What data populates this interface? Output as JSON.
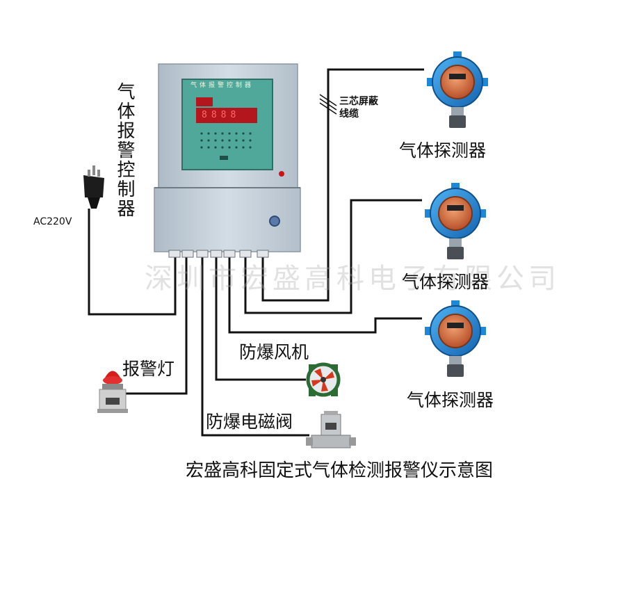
{
  "controller": {
    "label": "气体报警控制器",
    "panel_title": "气体报警控制器",
    "display_digits": "8888"
  },
  "power": {
    "label": "AC220V"
  },
  "cable": {
    "label_line1": "三芯屏蔽",
    "label_line2": "线缆"
  },
  "detectors": [
    {
      "label": "气体探测器"
    },
    {
      "label": "气体探测器"
    },
    {
      "label": "气体探测器"
    }
  ],
  "devices": {
    "alarm_light": "报警灯",
    "fan": "防爆风机",
    "valve": "防爆电磁阀"
  },
  "watermark": "深圳市宏盛高科电子有限公司",
  "caption": "宏盛高科固定式气体检测报警仪示意图",
  "colors": {
    "wire": "#111111",
    "cabinet": "#c7d2dc",
    "screen": "#4fa89a",
    "display_red": "#b3161c",
    "detector_blue": "#1e88d8",
    "lamp_red": "#cc1a1a"
  }
}
